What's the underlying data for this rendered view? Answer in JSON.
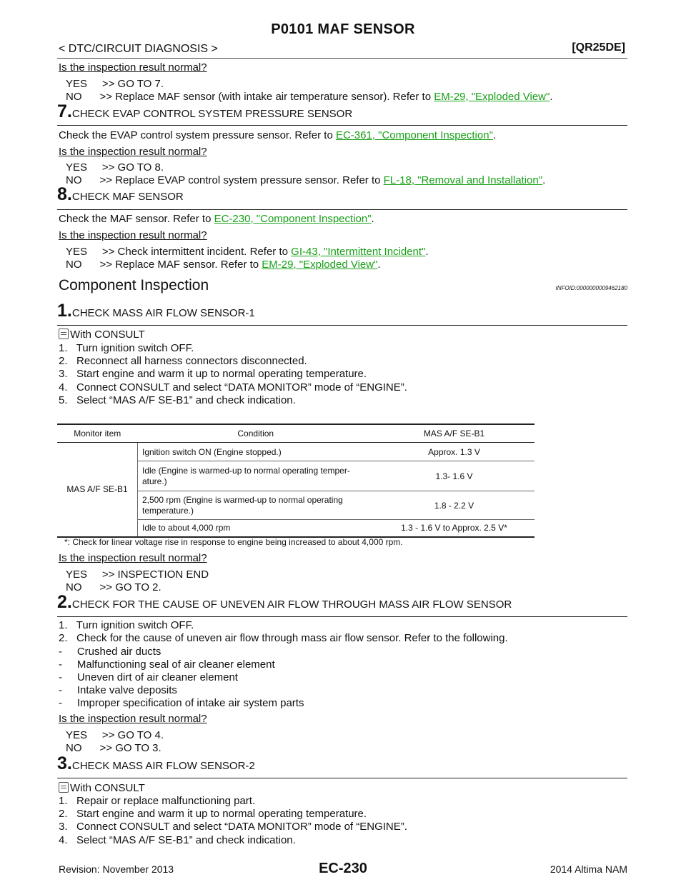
{
  "header": {
    "title": "P0101 MAF SENSOR",
    "breadcrumb": "< DTC/CIRCUIT DIAGNOSIS >",
    "model": "[QR25DE]"
  },
  "top": {
    "q1": "Is the inspection result normal?",
    "yes1": "YES     >> GO TO 7.",
    "no1_pre": "NO      >> Replace MAF sensor (with intake air temperature sensor). Refer to ",
    "no1_link": "EM-29, \"Exploded View\"",
    "no1_post": "."
  },
  "step7": {
    "num": "7.",
    "title": "CHECK EVAP CONTROL SYSTEM PRESSURE SENSOR",
    "body_pre": "Check the EVAP control system pressure sensor. Refer to ",
    "body_link": "EC-361, \"Component Inspection\"",
    "body_post": ".",
    "q": "Is the inspection result normal?",
    "yes": "YES     >> GO TO 8.",
    "no_pre": "NO      >> Replace EVAP control system pressure sensor. Refer to ",
    "no_link": "FL-18, \"Removal and Installation\"",
    "no_post": "."
  },
  "step8": {
    "num": "8.",
    "title": "CHECK MAF SENSOR",
    "body_pre": "Check the MAF sensor. Refer to ",
    "body_link": "EC-230, \"Component Inspection\"",
    "body_post": ".",
    "q": "Is the inspection result normal?",
    "yes_pre": "YES     >> Check intermittent incident. Refer to ",
    "yes_link": "GI-43, \"Intermittent Incident\"",
    "yes_post": ".",
    "no_pre": "NO      >> Replace MAF sensor. Refer to ",
    "no_link": "EM-29, \"Exploded View\"",
    "no_post": "."
  },
  "component": {
    "title": "Component Inspection",
    "infoid": "INFOID:0000000009462180"
  },
  "cstep1": {
    "num": "1.",
    "title": "CHECK MASS AIR FLOW SENSOR-1",
    "consult": "With CONSULT",
    "items": [
      "1.   Turn ignition switch OFF.",
      "2.   Reconnect all harness connectors disconnected.",
      "3.   Start engine and warm it up to normal operating temperature.",
      "4.   Connect CONSULT and select “DATA MONITOR” mode of “ENGINE”.",
      "5.   Select “MAS A/F SE-B1” and check indication."
    ]
  },
  "table": {
    "headers": [
      "Monitor item",
      "Condition",
      "MAS A/F SE-B1"
    ],
    "monitor_item": "MAS A/F SE-B1",
    "rows": [
      {
        "condition": "Ignition switch ON (Engine stopped.)",
        "value": "Approx. 1.3 V"
      },
      {
        "condition": "Idle (Engine is warmed-up to normal operating temper-\nature.)",
        "value": "1.3- 1.6 V"
      },
      {
        "condition": "2,500 rpm (Engine is warmed-up to normal operating\ntemperature.)",
        "value": "1.8 - 2.2 V"
      },
      {
        "condition": "Idle to about 4,000 rpm",
        "value": "1.3 - 1.6 V to Approx. 2.5 V*"
      }
    ],
    "note": "*: Check for linear voltage rise in response to engine being increased to about 4,000 rpm."
  },
  "after_table": {
    "q": "Is the inspection result normal?",
    "yes": "YES     >> INSPECTION END",
    "no": "NO      >> GO TO 2."
  },
  "cstep2": {
    "num": "2.",
    "title": "CHECK FOR THE CAUSE OF UNEVEN AIR FLOW THROUGH MASS AIR FLOW SENSOR",
    "items": [
      "1.   Turn ignition switch OFF.",
      "2.   Check for the cause of uneven air flow through mass air flow sensor. Refer to the following.",
      "-     Crushed air ducts",
      "-     Malfunctioning seal of air cleaner element",
      "-     Uneven dirt of air cleaner element",
      "-     Intake valve deposits",
      "-     Improper specification of intake air system parts"
    ],
    "q": "Is the inspection result normal?",
    "yes": "YES     >> GO TO 4.",
    "no": "NO      >> GO TO 3."
  },
  "cstep3": {
    "num": "3.",
    "title": "CHECK MASS AIR FLOW SENSOR-2",
    "consult": "With CONSULT",
    "items": [
      "1.   Repair or replace malfunctioning part.",
      "2.   Start engine and warm it up to normal operating temperature.",
      "3.   Connect CONSULT and select “DATA MONITOR” mode of “ENGINE”.",
      "4.   Select “MAS A/F SE-B1” and check indication."
    ]
  },
  "footer": {
    "revision": "Revision: November 2013",
    "page": "EC-230",
    "edition": "2014 Altima NAM"
  },
  "colors": {
    "link": "#18a018",
    "rule": "#222222"
  }
}
